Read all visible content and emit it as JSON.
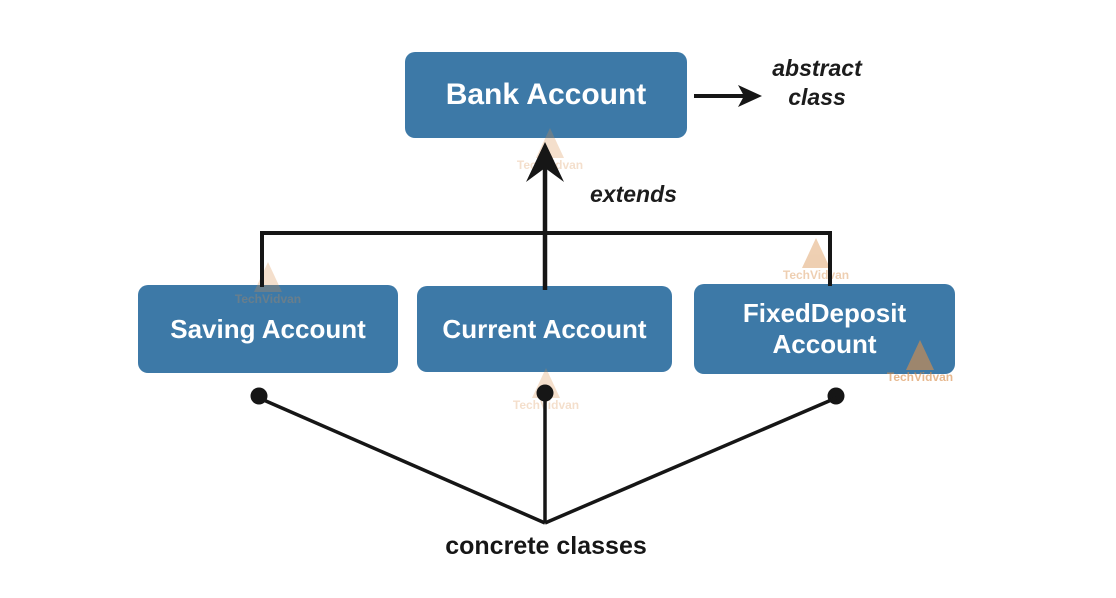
{
  "diagram": {
    "root_class": {
      "label": "Bank Account"
    },
    "annotation": {
      "line1": "abstract",
      "line2": "class"
    },
    "extends_label": "extends",
    "subclasses": [
      "Saving Account",
      "Current Account",
      "FixedDeposit Account"
    ],
    "footer_label": "concrete classes",
    "watermark": "TechVidvan",
    "colors": {
      "box_fill": "#3D79A7",
      "box_text": "#FFFFFF",
      "line": "#161616",
      "watermark": "#D98E4A"
    }
  }
}
